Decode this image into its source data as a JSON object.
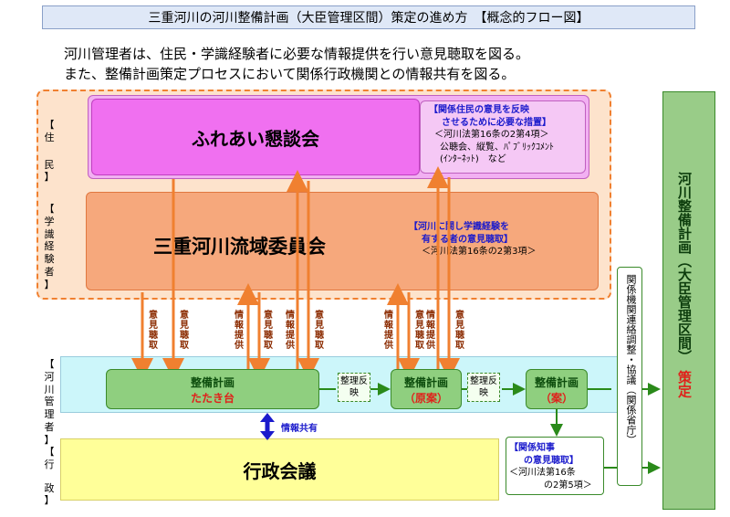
{
  "title": "三重河川の河川整備計画（大臣管理区間）策定の進め方　【概念的フロー図】",
  "intro": [
    "河川管理者は、住民・学識経験者に必要な情報提供を行い意見聴取を図る。",
    "また、整備計画策定プロセスにおいて関係行政機関との情報共有を図る。"
  ],
  "side_labels": {
    "residents": [
      "【",
      "住",
      "",
      "民",
      "】"
    ],
    "experts": [
      "【",
      "学",
      "識",
      "経",
      "験",
      "者",
      "】"
    ],
    "river_admin": [
      "【",
      "河",
      "川",
      "管",
      "理",
      "者",
      "】"
    ],
    "government": [
      "【",
      "行",
      "",
      "政",
      "】"
    ]
  },
  "fureai": "ふれあい懇談会",
  "fureai_note": {
    "head1": "【関係住民の意見を反映",
    "head2": "させるために必要な措置】",
    "law": "＜河川法第16条の2第4項＞",
    "methods1": "公聴会、縦覧、ﾊﾟﾌﾞﾘｯｸｺﾒﾝﾄ",
    "methods2": "(ｲﾝﾀｰﾈｯﾄ)　など"
  },
  "iinkai": "三重河川流域委員会",
  "iinkai_note": {
    "head1": "【河川に関し学識経験を",
    "head2": "有する者の意見聴取】",
    "law": "＜河川法第16条の2第3項＞"
  },
  "arrow_labels": {
    "iken": "意見聴取",
    "joho": "情報提供"
  },
  "plans": [
    {
      "title": "整備計画",
      "sub": "たたき台"
    },
    {
      "title": "整備計画",
      "sub": "（原案）"
    },
    {
      "title": "整備計画",
      "sub": "（案）"
    }
  ],
  "reflect": "整理反映",
  "info_share": "情報共有",
  "gov": "行政会議",
  "governor": {
    "head1": "【関係知事",
    "head2": "の意見聴取】",
    "law1": "＜河川法第16条",
    "law2": "の2第5項＞"
  },
  "coord": "関係機関連絡調整・協議（関係省庁）",
  "final": {
    "main": "河川整備計画（大臣管理区間）",
    "red": "策定"
  },
  "colors": {
    "accent_orange": "#f08030",
    "green": "#2a8a1a",
    "blue_arrow": "#1a1acc"
  }
}
